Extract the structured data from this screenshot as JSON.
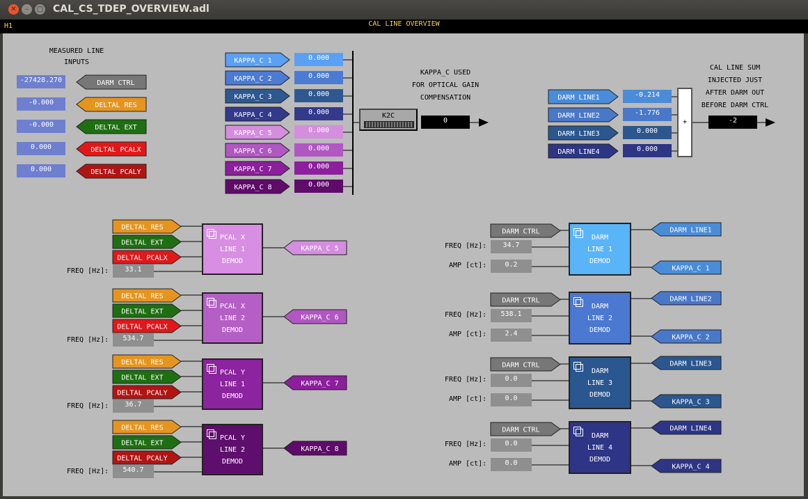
{
  "window": {
    "title": "CAL_CS_TDEP_OVERVIEW.adl"
  },
  "header": {
    "left": "H1",
    "title": "CAL LINE OVERVIEW"
  },
  "inputs": {
    "title": [
      "MEASURED LINE",
      "INPUTS"
    ],
    "rows": [
      {
        "value": "-27428.270",
        "label": "DARM CTRL",
        "color": "#777777"
      },
      {
        "value": "-0.000",
        "label": "DELTAL RES",
        "color": "#e5951f"
      },
      {
        "value": "-0.000",
        "label": "DELTAL EXT",
        "color": "#1e6f12"
      },
      {
        "value": "0.000",
        "label": "DELTAL PCALX",
        "color": "#e0181a"
      },
      {
        "value": "0.000",
        "label": "DELTAL PCALY",
        "color": "#b11513"
      }
    ]
  },
  "kappa": {
    "rows": [
      {
        "label": "KAPPA_C 1",
        "value": "0.000",
        "color": "#5aa0f5"
      },
      {
        "label": "KAPPA_C 2",
        "value": "0.000",
        "color": "#4b7bd3"
      },
      {
        "label": "KAPPA_C 3",
        "value": "0.000",
        "color": "#2f5890"
      },
      {
        "label": "KAPPA_C 4",
        "value": "0.000",
        "color": "#333a8c"
      },
      {
        "label": "KAPPA_C 5",
        "value": "0.000",
        "color": "#d58de0"
      },
      {
        "label": "KAPPA_C 6",
        "value": "0.000",
        "color": "#b057c2"
      },
      {
        "label": "KAPPA_C 7",
        "value": "0.000",
        "color": "#8c1f9c"
      },
      {
        "label": "KAPPA_C 8",
        "value": "0.000",
        "color": "#5e0b6a"
      }
    ],
    "note": [
      "KAPPA_C USED",
      "FOR OPTICAL GAIN",
      "COMPENSATION"
    ],
    "k2c": {
      "label": "K2C",
      "output": "0"
    }
  },
  "darmlines": {
    "rows": [
      {
        "label": "DARM LINE1",
        "value": "-0.214",
        "color": "#4a8cd8"
      },
      {
        "label": "DARM LINE2",
        "value": "-1.776",
        "color": "#4a78c8"
      },
      {
        "label": "DARM LINE3",
        "value": "0.000",
        "color": "#2b578e"
      },
      {
        "label": "DARM LINE4",
        "value": "0.000",
        "color": "#2d3584"
      }
    ],
    "sum_symbol": "+",
    "sum_note": [
      "CAL LINE SUM",
      "INJECTED JUST",
      "AFTER DARM OUT",
      "BEFORE DARM CTRL"
    ],
    "sum_output": "-2"
  },
  "pcal": [
    {
      "inputs": [
        "DELTAL RES",
        "DELTAL EXT",
        "DELTAL PCALX"
      ],
      "block": [
        "PCAL X",
        "LINE 1",
        "DEMOD"
      ],
      "color": "#d88ee3",
      "freq_label": "FREQ [Hz]:",
      "freq": "33.1",
      "out": "KAPPA_C 5",
      "out_color": "#d58de0"
    },
    {
      "inputs": [
        "DELTAL RES",
        "DELTAL EXT",
        "DELTAL PCALX"
      ],
      "block": [
        "PCAL X",
        "LINE 2",
        "DEMOD"
      ],
      "color": "#b55fc6",
      "freq_label": "FREQ [Hz]:",
      "freq": "534.7",
      "out": "KAPPA_C 6",
      "out_color": "#b057c2"
    },
    {
      "inputs": [
        "DELTAL RES",
        "DELTAL EXT",
        "DELTAL PCALY"
      ],
      "block": [
        "PCAL Y",
        "LINE 1",
        "DEMOD"
      ],
      "color": "#8c239f",
      "freq_label": "FREQ [Hz]:",
      "freq": "36.7",
      "out": "KAPPA_C 7",
      "out_color": "#8c1f9c"
    },
    {
      "inputs": [
        "DELTAL RES",
        "DELTAL EXT",
        "DELTAL PCALY"
      ],
      "block": [
        "PCAL Y",
        "LINE 2",
        "DEMOD"
      ],
      "color": "#5e0e6d",
      "freq_label": "FREQ [Hz]:",
      "freq": "540.7",
      "out": "KAPPA_C 8",
      "out_color": "#5e0b6a"
    }
  ],
  "darm": [
    {
      "input": "DARM CTRL",
      "block": [
        "DARM",
        "LINE 1",
        "DEMOD"
      ],
      "color": "#5ab4f8",
      "freq_label": "FREQ [Hz]:",
      "freq": "34.7",
      "amp_label": "AMP [ct]:",
      "amp": "0.2",
      "out1": "DARM LINE1",
      "out2": "KAPPA_C 1",
      "out_color": "#4a8cd8"
    },
    {
      "input": "DARM CTRL",
      "block": [
        "DARM",
        "LINE 2",
        "DEMOD"
      ],
      "color": "#4b78d0",
      "freq_label": "FREQ [Hz]:",
      "freq": "538.1",
      "amp_label": "AMP [ct]:",
      "amp": "2.4",
      "out1": "DARM LINE2",
      "out2": "KAPPA_C 2",
      "out_color": "#4a78c8"
    },
    {
      "input": "DARM CTRL",
      "block": [
        "DARM",
        "LINE 3",
        "DEMOD"
      ],
      "color": "#2a578f",
      "freq_label": "FREQ [Hz]:",
      "freq": "0.0",
      "amp_label": "AMP [ct]:",
      "amp": "0.0",
      "out1": "DARM LINE3",
      "out2": "KAPPA_C 3",
      "out_color": "#2b578e"
    },
    {
      "input": "DARM CTRL",
      "block": [
        "DARM",
        "LINE 4",
        "DEMOD"
      ],
      "color": "#2e3586",
      "freq_label": "FREQ [Hz]:",
      "freq": "0.0",
      "amp_label": "AMP [ct]:",
      "amp": "0.0",
      "out1": "DARM LINE4",
      "out2": "KAPPA_C 4",
      "out_color": "#2d3584"
    }
  ]
}
